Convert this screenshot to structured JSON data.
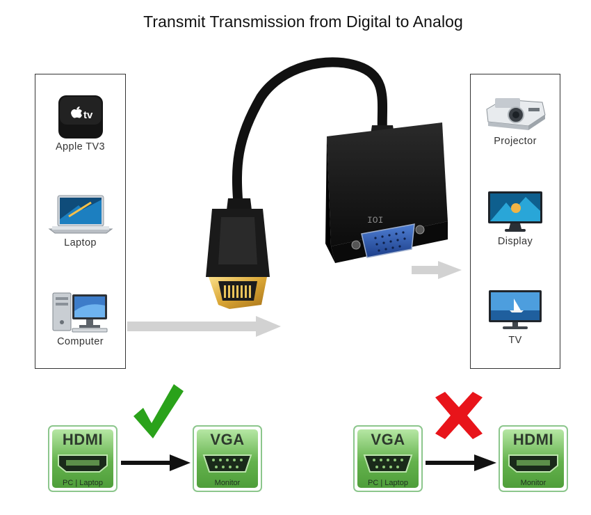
{
  "title": "Transmit Transmission from Digital to Analog",
  "sources": [
    {
      "label": "Apple TV3",
      "icon": "apple-tv-icon",
      "badge": "tv"
    },
    {
      "label": "Laptop",
      "icon": "laptop-icon"
    },
    {
      "label": "Computer",
      "icon": "desktop-computer-icon"
    }
  ],
  "outputs": [
    {
      "label": "Projector",
      "icon": "projector-icon"
    },
    {
      "label": "Display",
      "icon": "display-icon"
    },
    {
      "label": "TV",
      "icon": "tv-icon"
    }
  ],
  "adapter": {
    "port_symbol": "IOI",
    "icon": "hdmi-to-vga-adapter-icon"
  },
  "compatibility": [
    {
      "from": {
        "head": "HDMI",
        "foot": "PC | Laptop"
      },
      "to": {
        "head": "VGA",
        "foot": "Monitor"
      },
      "status": "supported",
      "mark_icon": "check-mark-icon",
      "mark_color": "#2aa21a"
    },
    {
      "from": {
        "head": "VGA",
        "foot": "PC | Laptop"
      },
      "to": {
        "head": "HDMI",
        "foot": "Monitor"
      },
      "status": "not-supported",
      "mark_icon": "cross-mark-icon",
      "mark_color": "#e8141a"
    }
  ],
  "colors": {
    "card_green": "#64b24d",
    "flow_arrow_gray": "#cfcfcf"
  }
}
